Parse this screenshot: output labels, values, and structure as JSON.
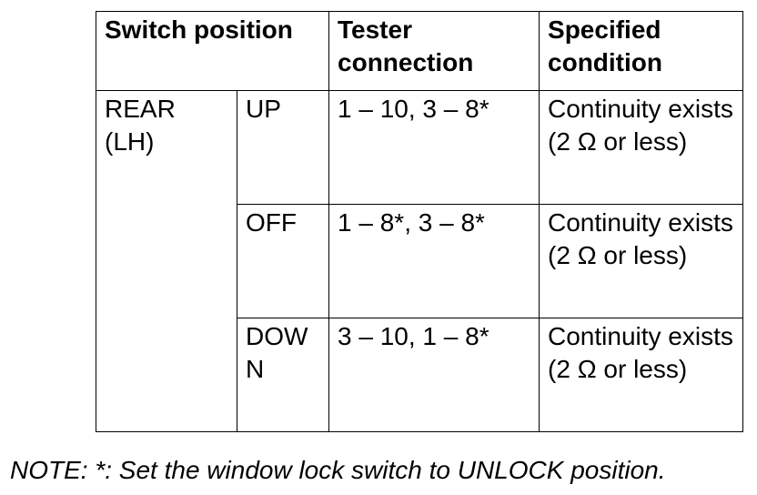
{
  "table": {
    "headers": {
      "switch_position": "Switch position",
      "tester_connection": "Tester connection",
      "specified_condition": "Specified condition"
    },
    "group_label": "REAR (LH)",
    "rows": [
      {
        "position": "UP",
        "connection": "1 – 10, 3 – 8*",
        "condition": "Continuity exists (2 Ω or less)"
      },
      {
        "position": "OFF",
        "connection": "1 – 8*, 3 – 8*",
        "condition": "Continuity exists (2 Ω or less)"
      },
      {
        "position": "DOWN",
        "connection": "3 – 10, 1 – 8*",
        "condition": "Continuity exists (2 Ω or less)"
      }
    ]
  },
  "note": "NOTE: *: Set the window lock switch to UNLOCK position."
}
